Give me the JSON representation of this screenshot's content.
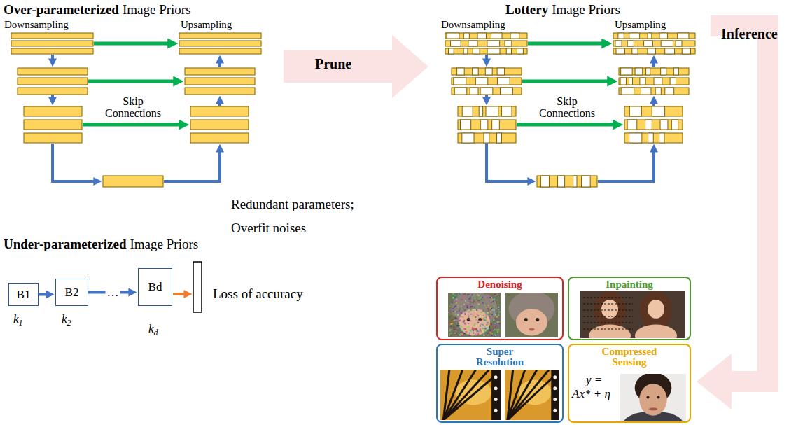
{
  "diagram": {
    "nodes": [
      {
        "text": [
          "B1",
          "k1"
        ]
      },
      {
        "text": [
          "B2",
          "k2"
        ]
      },
      {
        "text": [
          "Bd",
          "kd"
        ]
      },
      {
        "text": [
          "Denoising"
        ]
      },
      {
        "text": [
          "Inpainting"
        ]
      },
      {
        "text": [
          "Super Resolution"
        ]
      },
      {
        "text": [
          "Compressed Sensing",
          "y =",
          "Ax* + η"
        ]
      }
    ],
    "edges": [
      {
        "from": 0,
        "to": 1,
        "arrow": "to"
      },
      {
        "from": 1,
        "to": 2,
        "label": "…",
        "arrow": "to"
      }
    ],
    "labels": [
      "Over-parameterized",
      "Image Priors",
      "Downsampling",
      "Upsampling",
      "Skip Connections",
      "Redundant parameters;",
      "Overfit noises",
      "Prune",
      "Lottery",
      "Image Priors",
      "Downsampling",
      "Upsampling",
      "Skip Connections",
      "Inference",
      "Under-parameterized",
      "Image Priors",
      "Loss of accuracy"
    ]
  }
}
